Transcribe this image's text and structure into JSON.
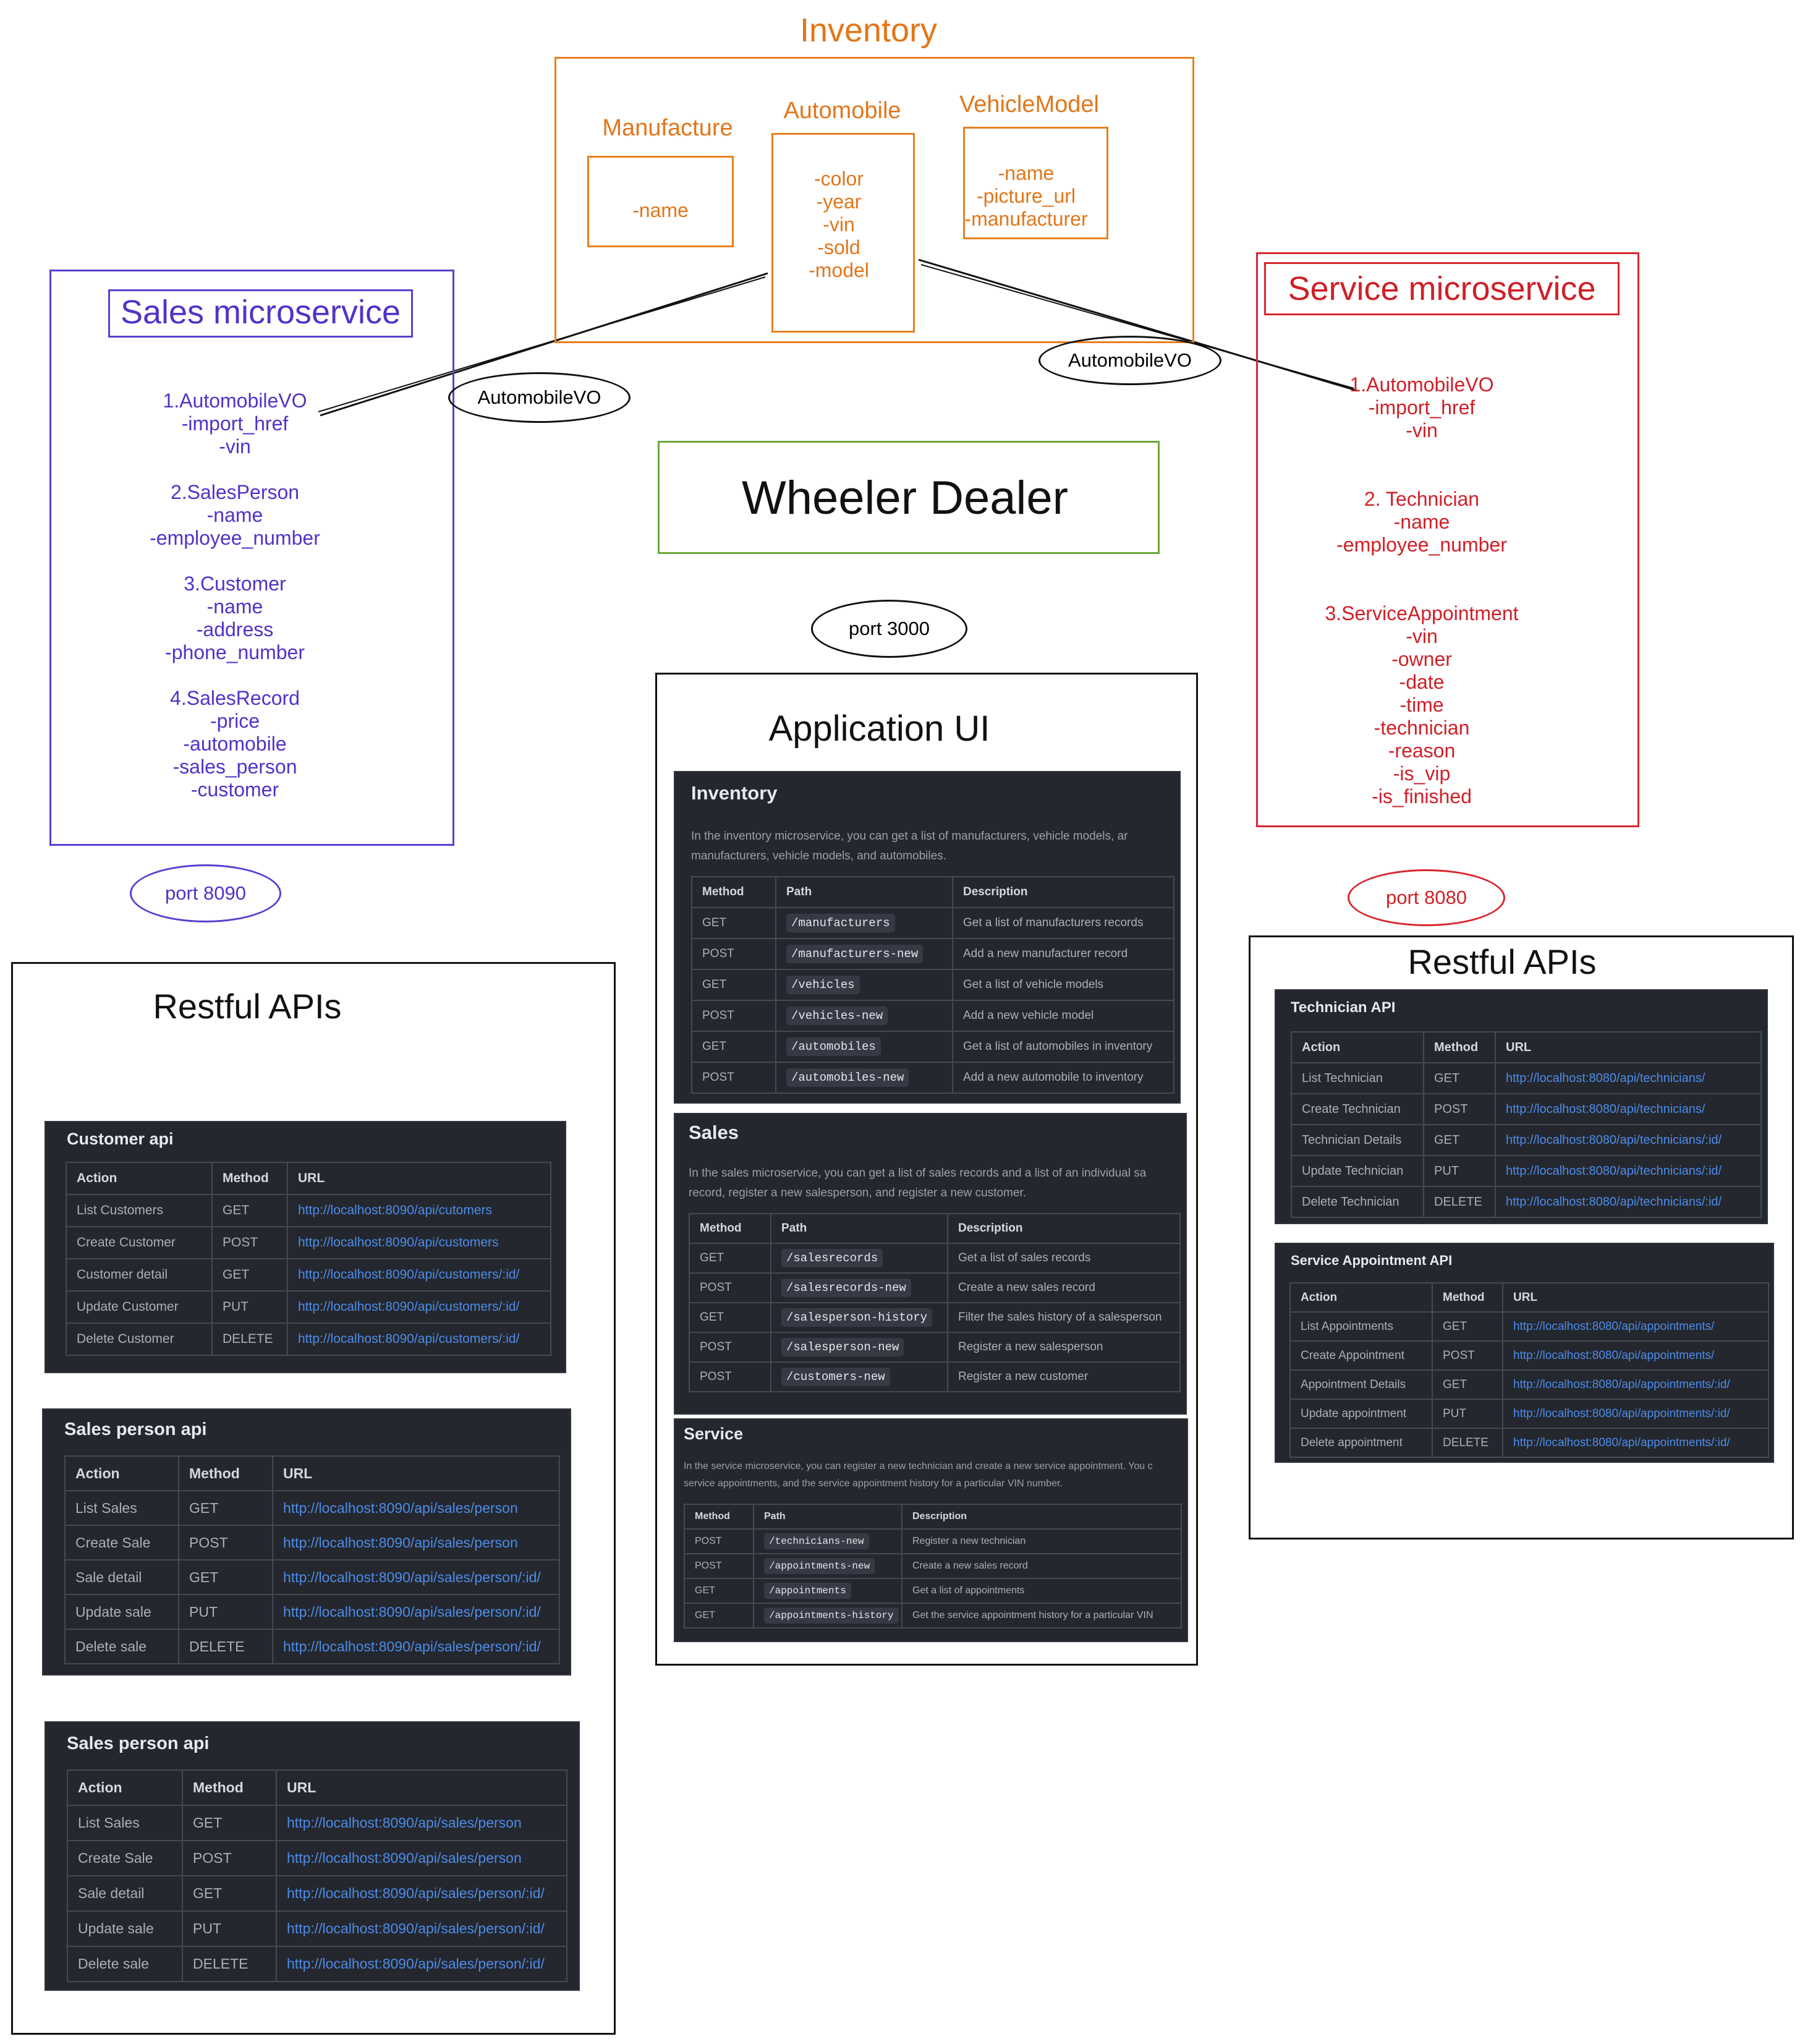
{
  "inventory": {
    "title": "Inventory",
    "manufacture": {
      "title": "Manufacture",
      "fields": "-name"
    },
    "automobile": {
      "title": "Automobile",
      "fields": "-color\n-year\n-vin\n-sold\n-model"
    },
    "vehicle_model": {
      "title": "VehicleModel",
      "fields": "-name\n-picture_url\n-manufacturer"
    }
  },
  "sales_ms": {
    "title": "Sales microservice",
    "items": "1.AutomobileVO\n-import_href\n-vin\n\n2.SalesPerson\n-name\n-employee_number\n\n3.Customer\n-name\n-address\n-phone_number\n\n4.SalesRecord\n-price\n-automobile\n-sales_person\n-customer",
    "port": "port 8090"
  },
  "service_ms": {
    "title": "Service microservice",
    "items": "1.AutomobileVO\n-import_href\n-vin\n\n\n2. Technician\n-name\n-employee_number\n\n\n3.ServiceAppointment\n-vin\n-owner\n-date\n-time\n-technician\n-reason\n-is_vip\n-is_finished",
    "port": "port 8080"
  },
  "connectors": {
    "left": "AutomobileVO",
    "right": "AutomobileVO"
  },
  "center": {
    "title": "Wheeler Dealer",
    "port": "port 3000",
    "app_ui": "Application UI"
  },
  "colors": {
    "orange": "#e8801e",
    "purple": "#5b3fd1",
    "red": "#d8262e",
    "green": "#6aa83a",
    "panel": "#24272e",
    "link": "#4d8ce8"
  },
  "restful_left": {
    "title": "Restful APIs",
    "panels": [
      {
        "title": "Customer api",
        "headers": [
          "Action",
          "Method",
          "URL"
        ],
        "rows": [
          [
            "List Customers",
            "GET",
            "http://localhost:8090/api/cutomers"
          ],
          [
            "Create Customer",
            "POST",
            "http://localhost:8090/api/customers"
          ],
          [
            "Customer detail",
            "GET",
            "http://localhost:8090/api/customers/:id/"
          ],
          [
            "Update Customer",
            "PUT",
            "http://localhost:8090/api/customers/:id/"
          ],
          [
            "Delete Customer",
            "DELETE",
            "http://localhost:8090/api/customers/:id/"
          ]
        ]
      },
      {
        "title": "Sales person api",
        "headers": [
          "Action",
          "Method",
          "URL"
        ],
        "rows": [
          [
            "List Sales",
            "GET",
            "http://localhost:8090/api/sales/person"
          ],
          [
            "Create Sale",
            "POST",
            "http://localhost:8090/api/sales/person"
          ],
          [
            "Sale detail",
            "GET",
            "http://localhost:8090/api/sales/person/:id/"
          ],
          [
            "Update sale",
            "PUT",
            "http://localhost:8090/api/sales/person/:id/"
          ],
          [
            "Delete sale",
            "DELETE",
            "http://localhost:8090/api/sales/person/:id/"
          ]
        ]
      },
      {
        "title": "Sales person api",
        "headers": [
          "Action",
          "Method",
          "URL"
        ],
        "rows": [
          [
            "List Sales",
            "GET",
            "http://localhost:8090/api/sales/person"
          ],
          [
            "Create Sale",
            "POST",
            "http://localhost:8090/api/sales/person"
          ],
          [
            "Sale detail",
            "GET",
            "http://localhost:8090/api/sales/person/:id/"
          ],
          [
            "Update sale",
            "PUT",
            "http://localhost:8090/api/sales/person/:id/"
          ],
          [
            "Delete sale",
            "DELETE",
            "http://localhost:8090/api/sales/person/:id/"
          ]
        ]
      }
    ]
  },
  "app_panels": [
    {
      "title": "Inventory",
      "desc": "In the inventory microservice, you can get a list of manufacturers, vehicle models, ar\nmanufacturers, vehicle models, and automobiles.",
      "headers": [
        "Method",
        "Path",
        "Description"
      ],
      "rows": [
        [
          "GET",
          "/manufacturers",
          "Get a list of manufacturers records"
        ],
        [
          "POST",
          "/manufacturers-new",
          "Add a new manufacturer record"
        ],
        [
          "GET",
          "/vehicles",
          "Get a list of vehicle models"
        ],
        [
          "POST",
          "/vehicles-new",
          "Add a new vehicle model"
        ],
        [
          "GET",
          "/automobiles",
          "Get a list of automobiles in inventory"
        ],
        [
          "POST",
          "/automobiles-new",
          "Add a new automobile to inventory"
        ]
      ]
    },
    {
      "title": "Sales",
      "desc": "In the sales microservice, you can get a list of sales records and a list of an individual sa\nrecord, register a new salesperson, and register a new customer.",
      "headers": [
        "Method",
        "Path",
        "Description"
      ],
      "rows": [
        [
          "GET",
          "/salesrecords",
          "Get a list of sales records"
        ],
        [
          "POST",
          "/salesrecords-new",
          "Create a new sales record"
        ],
        [
          "GET",
          "/salesperson-history",
          "Filter the sales history of a salesperson"
        ],
        [
          "POST",
          "/salesperson-new",
          "Register a new salesperson"
        ],
        [
          "POST",
          "/customers-new",
          "Register a new customer"
        ]
      ]
    },
    {
      "title": "Service",
      "desc": "In the service microservice, you can register a new technician and create a new service appointment. You c\nservice appointments, and the service appointment history for a particular VIN number.",
      "headers": [
        "Method",
        "Path",
        "Description"
      ],
      "rows": [
        [
          "POST",
          "/technicians-new",
          "Register a new technician"
        ],
        [
          "POST",
          "/appointments-new",
          "Create a new sales record"
        ],
        [
          "GET",
          "/appointments",
          "Get a list of appointments"
        ],
        [
          "GET",
          "/appointments-history",
          "Get the service appointment history for a particular VIN"
        ]
      ]
    }
  ],
  "restful_right": {
    "title": "Restful APIs",
    "panels": [
      {
        "title": "Technician API",
        "headers": [
          "Action",
          "Method",
          "URL"
        ],
        "rows": [
          [
            "List Technician",
            "GET",
            "http://localhost:8080/api/technicians/"
          ],
          [
            "Create Technician",
            "POST",
            "http://localhost:8080/api/technicians/"
          ],
          [
            "Technician Details",
            "GET",
            "http://localhost:8080/api/technicians/:id/"
          ],
          [
            "Update Technician",
            "PUT",
            "http://localhost:8080/api/technicians/:id/"
          ],
          [
            "Delete Technician",
            "DELETE",
            "http://localhost:8080/api/technicians/:id/"
          ]
        ]
      },
      {
        "title": "Service Appointment API",
        "headers": [
          "Action",
          "Method",
          "URL"
        ],
        "rows": [
          [
            "List Appointments",
            "GET",
            "http://localhost:8080/api/appointments/"
          ],
          [
            "Create Appointment",
            "POST",
            "http://localhost:8080/api/appointments/"
          ],
          [
            "Appointment Details",
            "GET",
            "http://localhost:8080/api/appointments/:id/"
          ],
          [
            "Update appointment",
            "PUT",
            "http://localhost:8080/api/appointments/:id/"
          ],
          [
            "Delete appointment",
            "DELETE",
            "http://localhost:8080/api/appointments/:id/"
          ]
        ]
      }
    ]
  }
}
